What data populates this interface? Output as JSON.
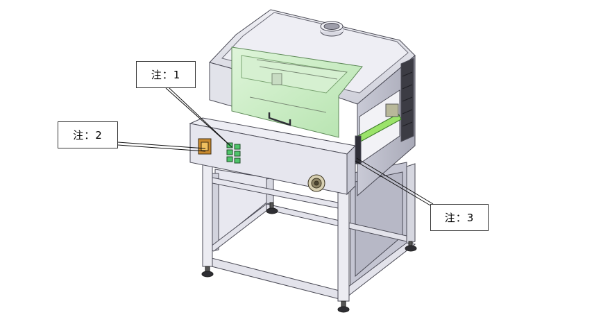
{
  "callouts": [
    {
      "label": "注：1"
    },
    {
      "label": "注：2"
    },
    {
      "label": "注：3"
    }
  ],
  "colors": {
    "frame": "#e4e4ec",
    "frame_edge": "#4a4a55",
    "panel": "#d8d8e2",
    "glass": "#c9ecc4",
    "button_green": "#4fc46a",
    "roller_green": "#9be36a",
    "dark_part": "#3c3c44"
  },
  "icons": [
    "exhaust-port-icon",
    "control-button-icon",
    "power-socket-icon",
    "cable-gland-icon"
  ]
}
